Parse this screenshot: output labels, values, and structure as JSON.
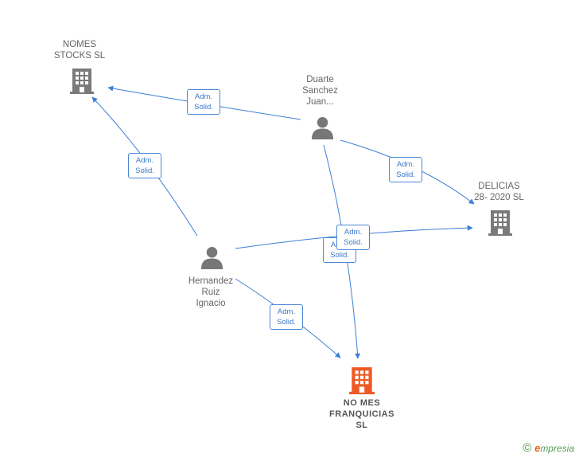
{
  "nodes": {
    "nomes_stocks": {
      "label": "NOMES\nSTOCKS  SL",
      "kind": "company"
    },
    "delicias": {
      "label": "DELICIAS\n28- 2020  SL",
      "kind": "company"
    },
    "no_mes": {
      "label": "NO MES\nFRANQUICIAS\nSL",
      "kind": "company-main"
    },
    "duarte": {
      "label": "Duarte\nSanchez\nJuan...",
      "kind": "person"
    },
    "hernandez": {
      "label": "Hernandez\nRuiz\nIgnacio",
      "kind": "person"
    }
  },
  "edges": [
    {
      "from": "duarte",
      "to": "nomes_stocks",
      "label": "Adm.\nSolid."
    },
    {
      "from": "hernandez",
      "to": "nomes_stocks",
      "label": "Adm.\nSolid."
    },
    {
      "from": "duarte",
      "to": "delicias",
      "label": "Adm.\nSolid."
    },
    {
      "from": "hernandez",
      "to": "delicias",
      "label": "Adm.\nSolid."
    },
    {
      "from": "duarte",
      "to": "no_mes",
      "label": "Adm.\nSolid."
    },
    {
      "from": "hernandez",
      "to": "no_mes",
      "label": "Adm.\nSolid."
    }
  ],
  "colors": {
    "edge": "#3d7fd6",
    "company": "#7a7a7a",
    "company_main": "#ee5a24",
    "person": "#777777"
  },
  "footer": {
    "copyright": "©",
    "brand_initial": "e",
    "brand_rest": "mpresia"
  }
}
